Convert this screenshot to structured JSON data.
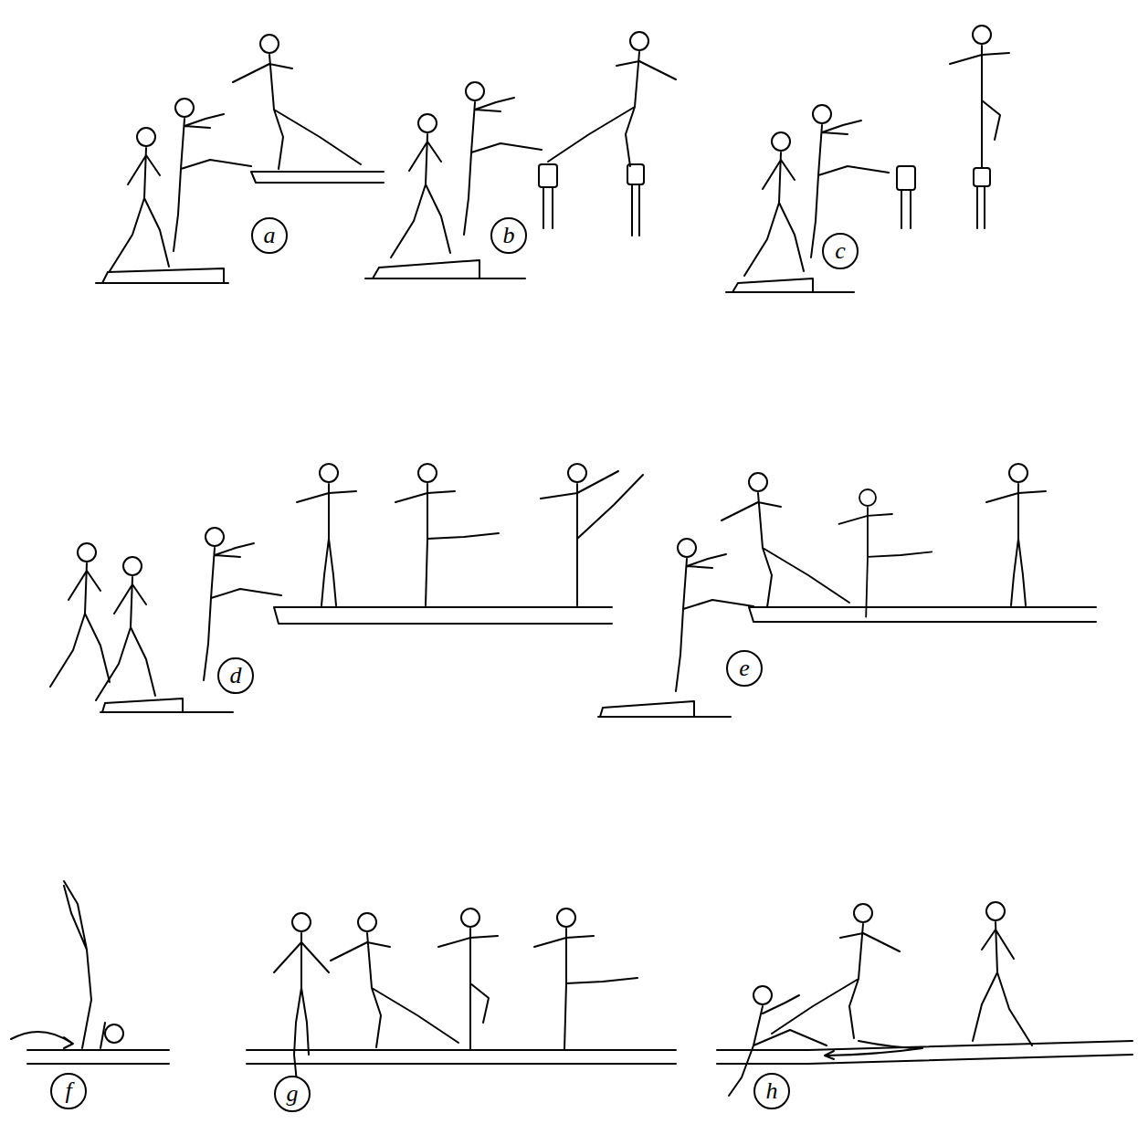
{
  "diagram": {
    "nodes": [
      {
        "text": [
          "a"
        ]
      },
      {
        "text": [
          "b"
        ]
      },
      {
        "text": [
          "c"
        ]
      },
      {
        "text": [
          "d"
        ]
      },
      {
        "text": [
          "e"
        ]
      },
      {
        "text": [
          "f"
        ]
      },
      {
        "text": [
          "g"
        ]
      },
      {
        "text": [
          "h"
        ]
      }
    ]
  }
}
